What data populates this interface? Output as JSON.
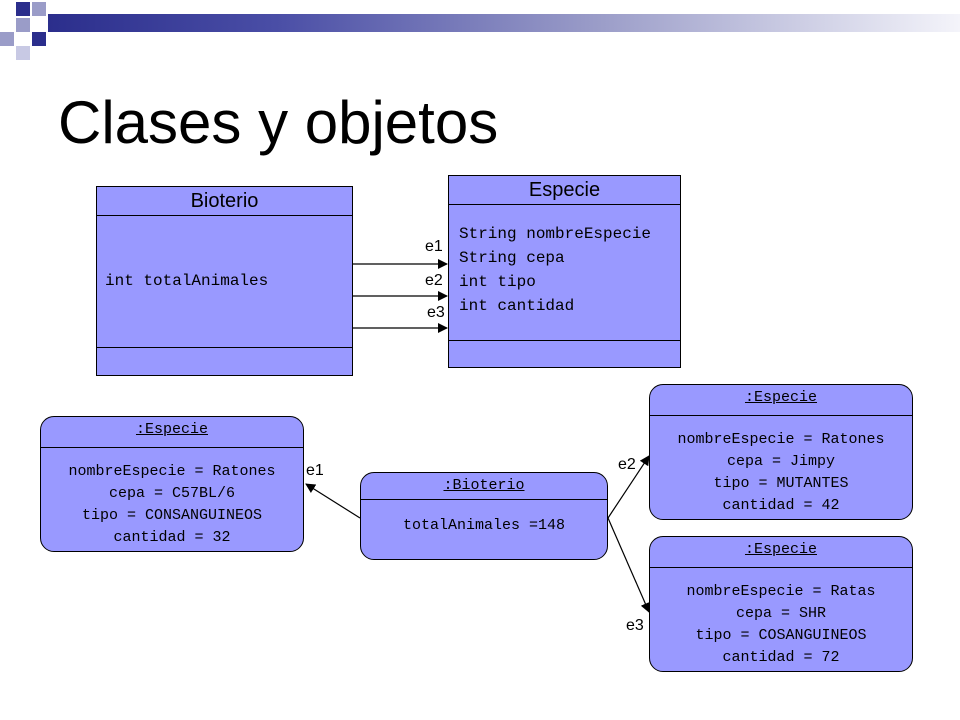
{
  "slide": {
    "title": "Clases y objetos",
    "accent_color": "#2b2e8c",
    "box_fill": "#9999ff"
  },
  "classes": {
    "bioterio": {
      "name": "Bioterio",
      "attributes": [
        "int totalAnimales"
      ]
    },
    "especie": {
      "name": "Especie",
      "attributes": [
        "String nombreEspecie",
        "String cepa",
        "int tipo",
        "int cantidad"
      ]
    }
  },
  "associations": [
    "e1",
    "e2",
    "e3"
  ],
  "objects": {
    "bioterio_obj": {
      "header": ":Bioterio",
      "lines": [
        "totalAnimales =148"
      ]
    },
    "especie_1": {
      "header": ":Especie",
      "lines": [
        "nombreEspecie = Ratones",
        "cepa = C57BL/6",
        "tipo = CONSANGUINEOS",
        "cantidad = 32"
      ]
    },
    "especie_2": {
      "header": ":Especie",
      "lines": [
        "nombreEspecie = Ratones",
        "cepa = Jimpy",
        "tipo = MUTANTES",
        "cantidad = 42"
      ]
    },
    "especie_3": {
      "header": ":Especie",
      "lines": [
        "nombreEspecie = Ratas",
        "cepa = SHR",
        "tipo = COSANGUINEOS",
        "cantidad = 72"
      ]
    }
  },
  "link_labels": {
    "e1": "e1",
    "e2": "e2",
    "e3": "e3"
  }
}
